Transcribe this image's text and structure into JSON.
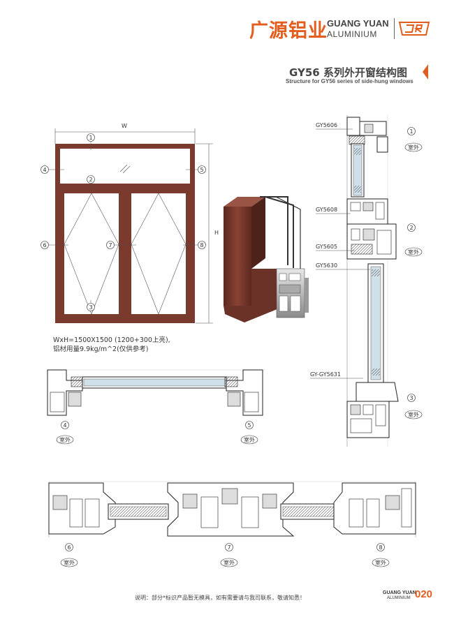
{
  "header": {
    "brand_cn": "广源铝业",
    "brand_en_line1": "GUANG YUAN",
    "brand_en_line2": "ALUMINIUM",
    "title": "GY56 系列外开窗结构图",
    "subtitle": "Structure for GY56 series of side-hung windows"
  },
  "drawing": {
    "width_label": "W",
    "height_label": "H",
    "markers": [
      "1",
      "2",
      "3",
      "4",
      "5",
      "6",
      "7",
      "8"
    ],
    "note_line1": "WxH=1500X1500 (1200+300上亮),",
    "note_line2": "铝材用量9.9kg/m^2(仅供参考)"
  },
  "sections": {
    "outside_label": "室外",
    "part_codes": [
      "GY5606",
      "GY5608",
      "GY5605",
      "GY5630",
      "GY-GY5631"
    ]
  },
  "footer": {
    "note": "说明：部分*标识产品暂无模具，如有需要请与我司联系，敬请知悉！",
    "brand_line1": "GUANG YUAN",
    "brand_line2": "ALUMINIUM",
    "page_number": "020"
  },
  "colors": {
    "accent": "#e35e1e",
    "frame": "#7a3a2e",
    "profile": "#6b3228"
  }
}
